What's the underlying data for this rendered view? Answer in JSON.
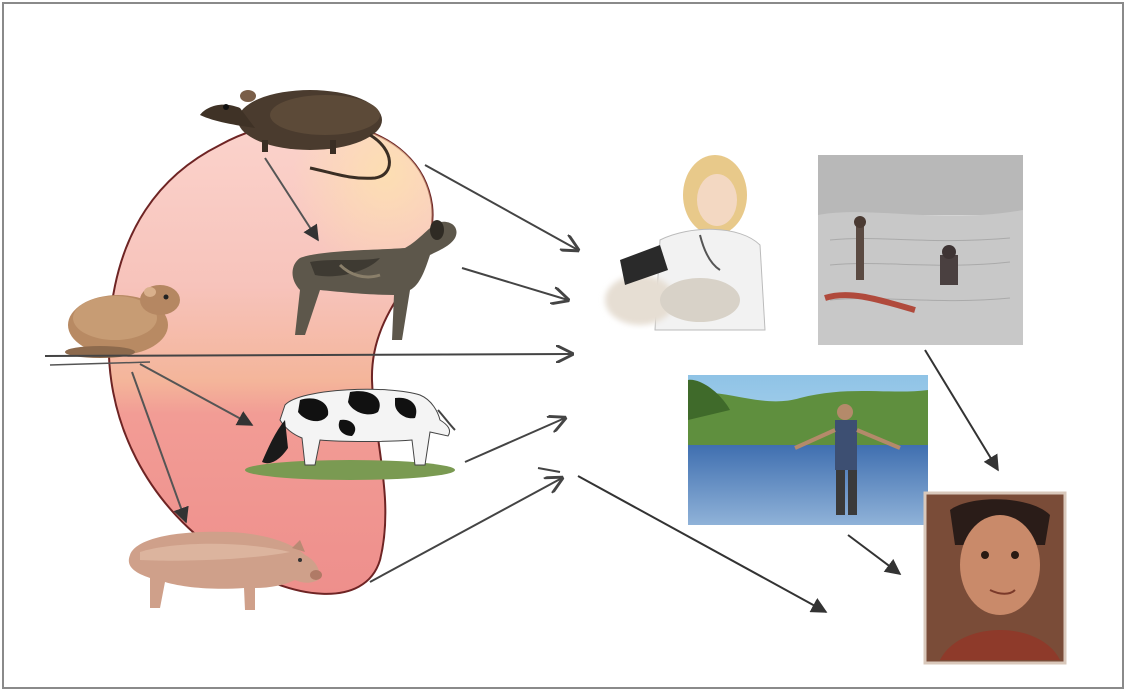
{
  "diagram": {
    "kind": "transmission-cycle",
    "reservoir_colors": {
      "top": "#f8c9c3",
      "bottom": "#f09a97",
      "outline": "#7a2a2a"
    },
    "animal_hosts": [
      {
        "id": "rat",
        "icon": "rat-icon"
      },
      {
        "id": "dog",
        "icon": "dog-icon"
      },
      {
        "id": "rodent",
        "icon": "rodent-icon"
      },
      {
        "id": "cow",
        "icon": "cow-icon"
      },
      {
        "id": "pig",
        "icon": "pig-icon"
      }
    ],
    "human_exposures": [
      {
        "id": "veterinarian",
        "icon": "veterinarian-photo"
      },
      {
        "id": "swimmers",
        "icon": "swimmers-photo"
      },
      {
        "id": "river-worker",
        "icon": "river-worker-photo"
      },
      {
        "id": "infected-person",
        "icon": "infected-person-photo"
      }
    ],
    "arrow_color": "#444444"
  }
}
